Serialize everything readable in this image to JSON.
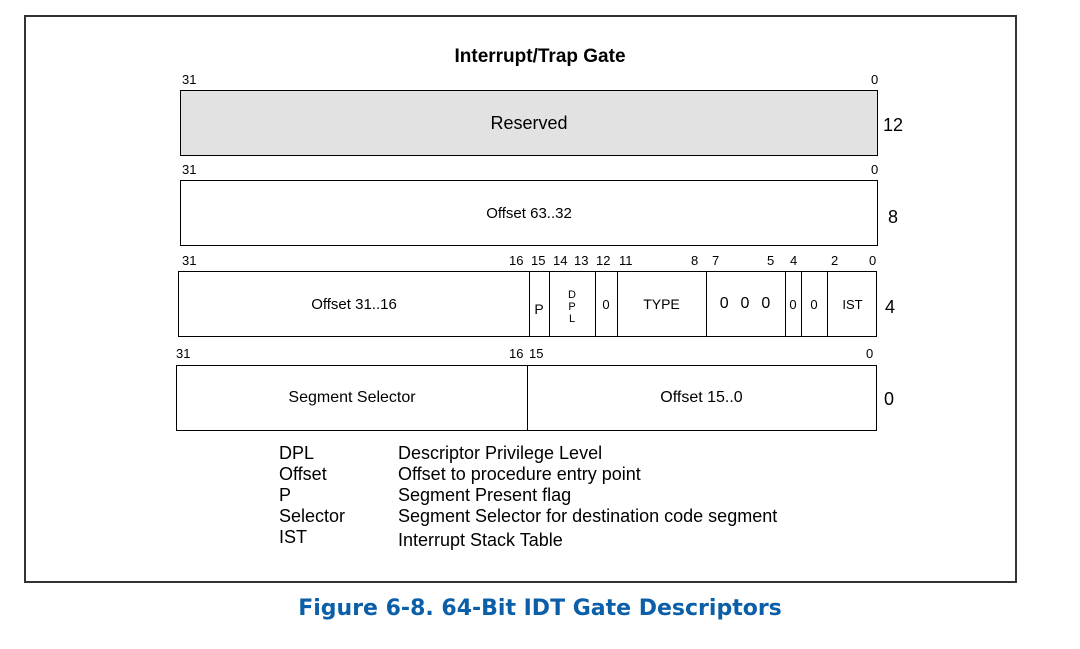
{
  "title": "Interrupt/Trap Gate",
  "rows": {
    "r12": {
      "bits": {
        "b31": "31",
        "b0": "0"
      },
      "label": "Reserved",
      "offset": "12"
    },
    "r8": {
      "bits": {
        "b31": "31",
        "b0": "0"
      },
      "label": "Offset 63..32",
      "offset": "8"
    },
    "r4": {
      "bits": {
        "b31": "31",
        "b16": "16",
        "b15": "15",
        "b14": "14",
        "b13": "13",
        "b12": "12",
        "b11": "11",
        "b8": "8",
        "b7": "7",
        "b5": "5",
        "b4": "4",
        "b2": "2",
        "b0": "0"
      },
      "fields": {
        "offset_hi": "Offset 31..16",
        "p": "P",
        "dpl_d": "D",
        "dpl_p": "P",
        "dpl_l": "L",
        "zero12": "0",
        "type": "TYPE",
        "zeros": "0  0  0",
        "z4": "0",
        "z3": "0",
        "ist": "IST"
      },
      "offset": "4"
    },
    "r0": {
      "bits": {
        "b31": "31",
        "b16": "16",
        "b15": "15",
        "b0": "0"
      },
      "fields": {
        "selector": "Segment Selector",
        "offset_lo": "Offset 15..0"
      },
      "offset": "0"
    }
  },
  "legend": [
    {
      "term": "DPL",
      "desc": "Descriptor Privilege Level"
    },
    {
      "term": "Offset",
      "desc": "Offset to procedure entry point"
    },
    {
      "term": "P",
      "desc": "Segment Present flag"
    },
    {
      "term": "Selector",
      "desc": "Segment Selector for destination code segment"
    },
    {
      "term": "IST",
      "desc": "Interrupt Stack Table"
    }
  ],
  "caption": "Figure 6-8.  64-Bit IDT Gate Descriptors",
  "colors": {
    "caption": "#0b5ea8",
    "reserved_fill": "#e2e2e2"
  }
}
